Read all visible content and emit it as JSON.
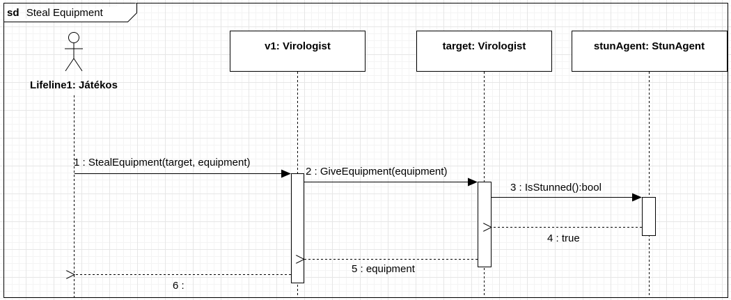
{
  "frame": {
    "keyword": "sd",
    "title": "Steal Equipment"
  },
  "actor": {
    "label": "Lifeline1: Játékos"
  },
  "lifelines": [
    {
      "label": "v1: Virologist"
    },
    {
      "label": "target: Virologist"
    },
    {
      "label": "stunAgent: StunAgent"
    }
  ],
  "messages": [
    {
      "label": "1 : StealEquipment(target, equipment)",
      "kind": "sync"
    },
    {
      "label": "2 : GiveEquipment(equipment)",
      "kind": "sync"
    },
    {
      "label": "3 : IsStunned():bool",
      "kind": "sync"
    },
    {
      "label": "4 : true",
      "kind": "return"
    },
    {
      "label": "5 : equipment",
      "kind": "return"
    },
    {
      "label": "6 :",
      "kind": "return"
    }
  ],
  "colors": {
    "stroke": "#000000",
    "grid": "#e6e6e6",
    "background": "#ffffff"
  }
}
